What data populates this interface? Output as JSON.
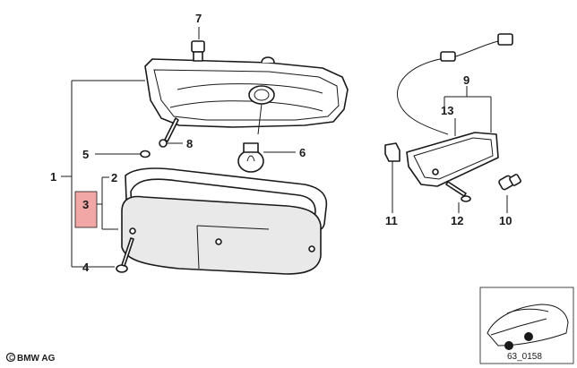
{
  "callouts": [
    {
      "id": "1",
      "label": "1"
    },
    {
      "id": "2",
      "label": "2"
    },
    {
      "id": "3",
      "label": "3",
      "highlighted": true
    },
    {
      "id": "4",
      "label": "4"
    },
    {
      "id": "5",
      "label": "5"
    },
    {
      "id": "6",
      "label": "6"
    },
    {
      "id": "7",
      "label": "7"
    },
    {
      "id": "8",
      "label": "8"
    },
    {
      "id": "9",
      "label": "9"
    },
    {
      "id": "10",
      "label": "10"
    },
    {
      "id": "11",
      "label": "11"
    },
    {
      "id": "12",
      "label": "12"
    },
    {
      "id": "13",
      "label": "13"
    }
  ],
  "footer": {
    "brand": "BMW AG",
    "diagram_code": "63_0158"
  },
  "colors": {
    "highlight": "#f2a7a7",
    "line": "#1a1a1a",
    "lens_fill": "#e9e9e9"
  }
}
